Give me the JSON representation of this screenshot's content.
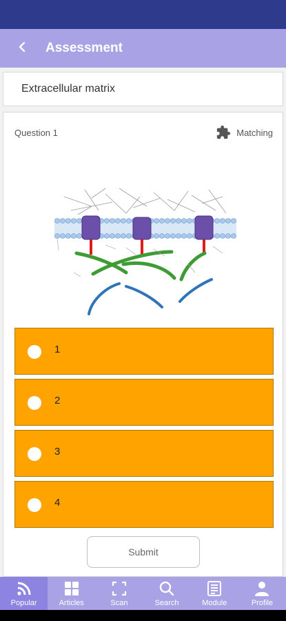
{
  "appbar": {
    "title": "Assessment",
    "back_icon": "chevron-left-icon"
  },
  "topic": {
    "title": "Extracellular matrix"
  },
  "question": {
    "label": "Question 1",
    "type_label": "Matching",
    "type_icon": "puzzle-icon",
    "options": [
      {
        "label": "1"
      },
      {
        "label": "2"
      },
      {
        "label": "3"
      },
      {
        "label": "4"
      }
    ],
    "submit_label": "Submit"
  },
  "colors": {
    "status_bar": "#2e3a8c",
    "app_bar": "#a9a3e6",
    "option_fill": "#ffa300",
    "nav_active": "#8c84e0"
  },
  "nav": {
    "items": [
      {
        "label": "Popular",
        "icon": "rss-icon",
        "active": true
      },
      {
        "label": "Articles",
        "icon": "grid-icon",
        "active": false
      },
      {
        "label": "Scan",
        "icon": "scan-icon",
        "active": false
      },
      {
        "label": "Search",
        "icon": "search-icon",
        "active": false
      },
      {
        "label": "Module",
        "icon": "module-icon",
        "active": false
      },
      {
        "label": "Profile",
        "icon": "person-icon",
        "active": false
      }
    ]
  }
}
